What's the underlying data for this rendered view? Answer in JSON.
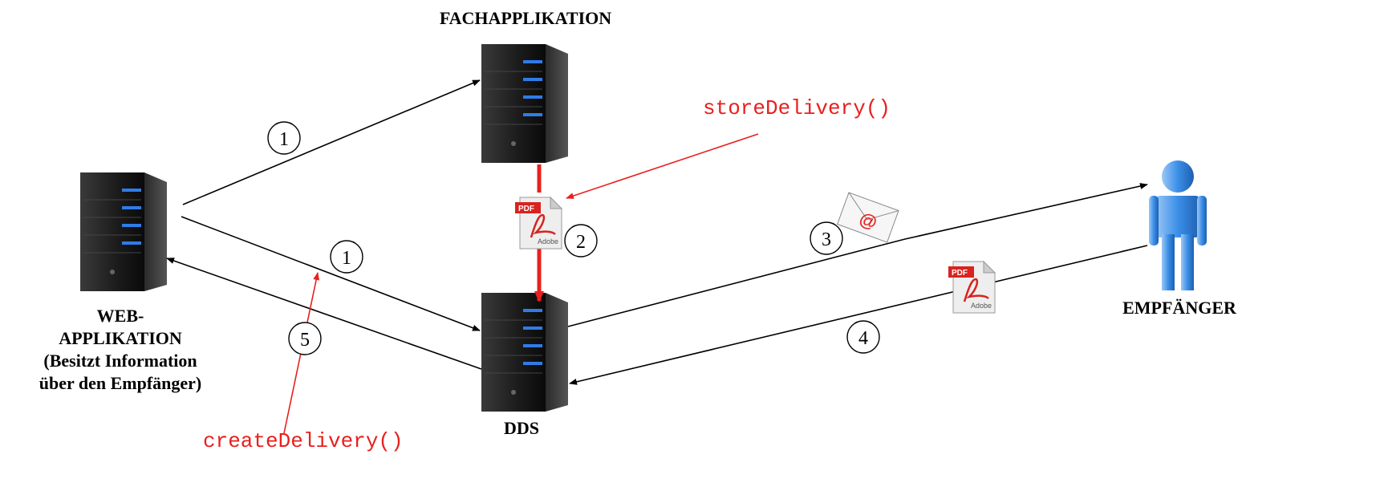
{
  "nodes": {
    "fachapplikation": {
      "label": "FACHAPPLIKATION",
      "icon": "server-icon"
    },
    "webapplikation": {
      "label_lines": [
        "WEB-",
        "APPLIKATION",
        "(Besitzt Information",
        "über den Empfänger)"
      ],
      "icon": "server-icon"
    },
    "dds": {
      "label": "DDS",
      "icon": "server-icon"
    },
    "empfaenger": {
      "label": "EMPFÄNGER",
      "icon": "person-icon"
    }
  },
  "methods": {
    "store": "storeDelivery()",
    "create": "createDelivery()"
  },
  "steps": {
    "web_to_fach": "1",
    "web_to_dds": "1",
    "fach_to_dds": "2",
    "dds_to_empfaenger": "3",
    "empfaenger_to_dds": "4",
    "dds_to_web": "5"
  },
  "attachments": {
    "pdf_tag": "PDF",
    "pdf_brand": "Adobe",
    "email_symbol": "@"
  },
  "colors": {
    "arrow": "#000000",
    "highlight": "#e8201e",
    "server_body": "#1c1c1c",
    "server_led": "#2f7ce8",
    "person": "#3b8fe8"
  }
}
